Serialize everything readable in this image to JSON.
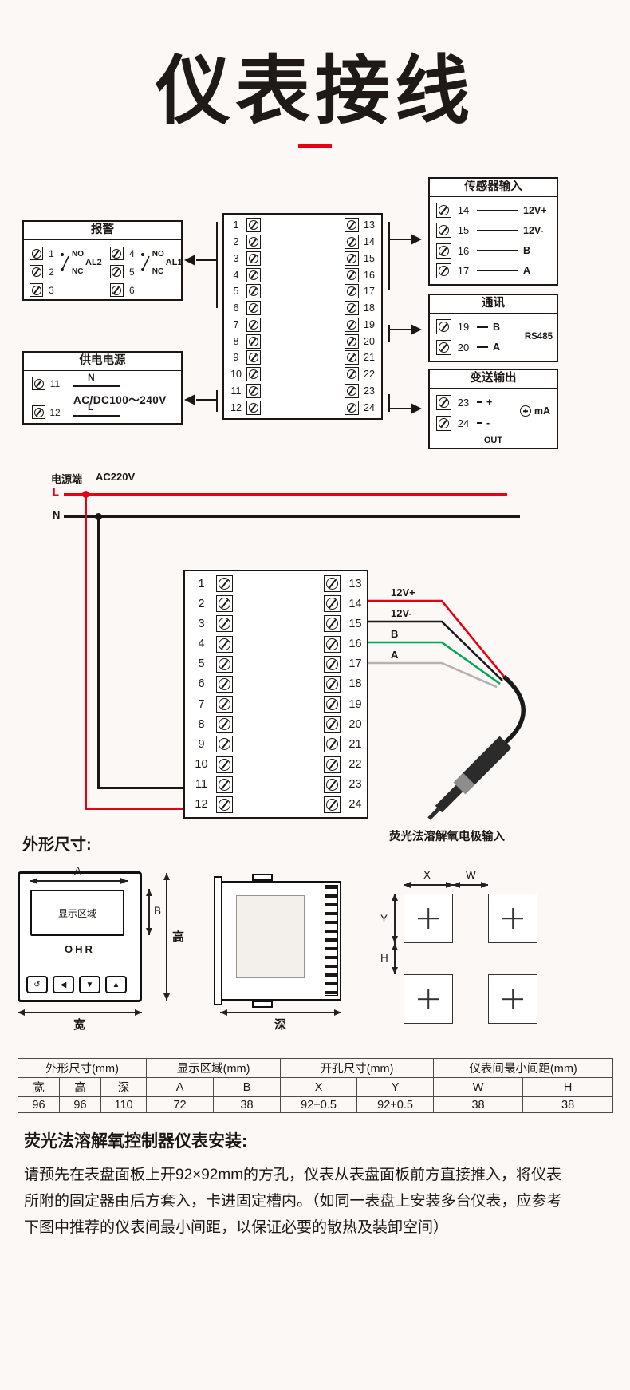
{
  "page": {
    "title": "仪表接线",
    "accent_red": "#e60012"
  },
  "diagram1": {
    "alarm": {
      "title": "报警",
      "groups": [
        {
          "terminals": [
            "1",
            "2",
            "3"
          ],
          "no": "NO",
          "nc": "NC",
          "al": "AL2"
        },
        {
          "terminals": [
            "4",
            "5",
            "6"
          ],
          "no": "NO",
          "nc": "NC",
          "al": "AL1"
        }
      ]
    },
    "power": {
      "title": "供电电源",
      "terminal_n": "11",
      "terminal_l": "12",
      "n_label": "N",
      "l_label": "L",
      "voltage": "AC/DC100～240V"
    },
    "terminal_block": {
      "left": [
        "1",
        "2",
        "3",
        "4",
        "5",
        "6",
        "7",
        "8",
        "9",
        "10",
        "11",
        "12"
      ],
      "right": [
        "13",
        "14",
        "15",
        "16",
        "17",
        "18",
        "19",
        "20",
        "21",
        "22",
        "23",
        "24"
      ]
    },
    "sensor": {
      "title": "传感器输入",
      "rows": [
        {
          "num": "14",
          "label": "12V+"
        },
        {
          "num": "15",
          "label": "12V-"
        },
        {
          "num": "16",
          "label": "B"
        },
        {
          "num": "17",
          "label": "A"
        }
      ]
    },
    "comm": {
      "title": "通讯",
      "rows": [
        {
          "num": "19",
          "label": "B"
        },
        {
          "num": "20",
          "label": "A"
        }
      ],
      "bus_label": "RS485"
    },
    "output": {
      "title": "变送输出",
      "rows": [
        {
          "num": "23",
          "label": "+"
        },
        {
          "num": "24",
          "label": "-"
        }
      ],
      "unit_label": "mA",
      "out_label": "OUT"
    }
  },
  "diagram2": {
    "power_terminal_label": "电源端",
    "ac_label": "AC220V",
    "line_live": "L",
    "line_neutral": "N",
    "terminal_block": {
      "left": [
        "1",
        "2",
        "3",
        "4",
        "5",
        "6",
        "7",
        "8",
        "9",
        "10",
        "11",
        "12"
      ],
      "right": [
        "13",
        "14",
        "15",
        "16",
        "17",
        "18",
        "19",
        "20",
        "21",
        "22",
        "23",
        "24"
      ]
    },
    "wires": [
      {
        "label": "12V+",
        "color": "#e60012"
      },
      {
        "label": "12V-",
        "color": "#1a1a1a"
      },
      {
        "label": "B",
        "color": "#00a651"
      },
      {
        "label": "A",
        "color": "#b5b3b0"
      }
    ],
    "probe_label": "荧光法溶解氧电极输入"
  },
  "dimensions": {
    "section_title": "外形尺寸:",
    "front": {
      "display_label": "显示区域",
      "brand": "OHR",
      "buttons": [
        {
          "name": "loop",
          "glyph": "↺"
        },
        {
          "name": "left",
          "glyph": "◀"
        },
        {
          "name": "down",
          "glyph": "▼"
        },
        {
          "name": "up",
          "glyph": "▲"
        }
      ]
    },
    "labels": {
      "a": "A",
      "b": "B",
      "height": "高",
      "width": "宽",
      "depth": "深",
      "x": "X",
      "w": "W",
      "y": "Y",
      "h": "H"
    }
  },
  "table": {
    "groups": [
      {
        "label": "外形尺寸(mm)",
        "cols": 3
      },
      {
        "label": "显示区域(mm)",
        "cols": 2
      },
      {
        "label": "开孔尺寸(mm)",
        "cols": 2
      },
      {
        "label": "仪表间最小间距(mm)",
        "cols": 2
      }
    ],
    "headers": [
      "宽",
      "高",
      "深",
      "A",
      "B",
      "X",
      "Y",
      "W",
      "H"
    ],
    "values": [
      "96",
      "96",
      "110",
      "72",
      "38",
      "92+0.5",
      "92+0.5",
      "38",
      "38"
    ]
  },
  "footer": {
    "title": "荧光法溶解氧控制器仪表安装:",
    "lines": [
      "请预先在表盘面板上开92×92mm的方孔，仪表从表盘面板前方直接推入，将仪表",
      "所附的固定器由后方套入，卡进固定槽内。（如同一表盘上安装多台仪表，应参考",
      "下图中推荐的仪表间最小间距，以保证必要的散热及装卸空间）"
    ]
  }
}
